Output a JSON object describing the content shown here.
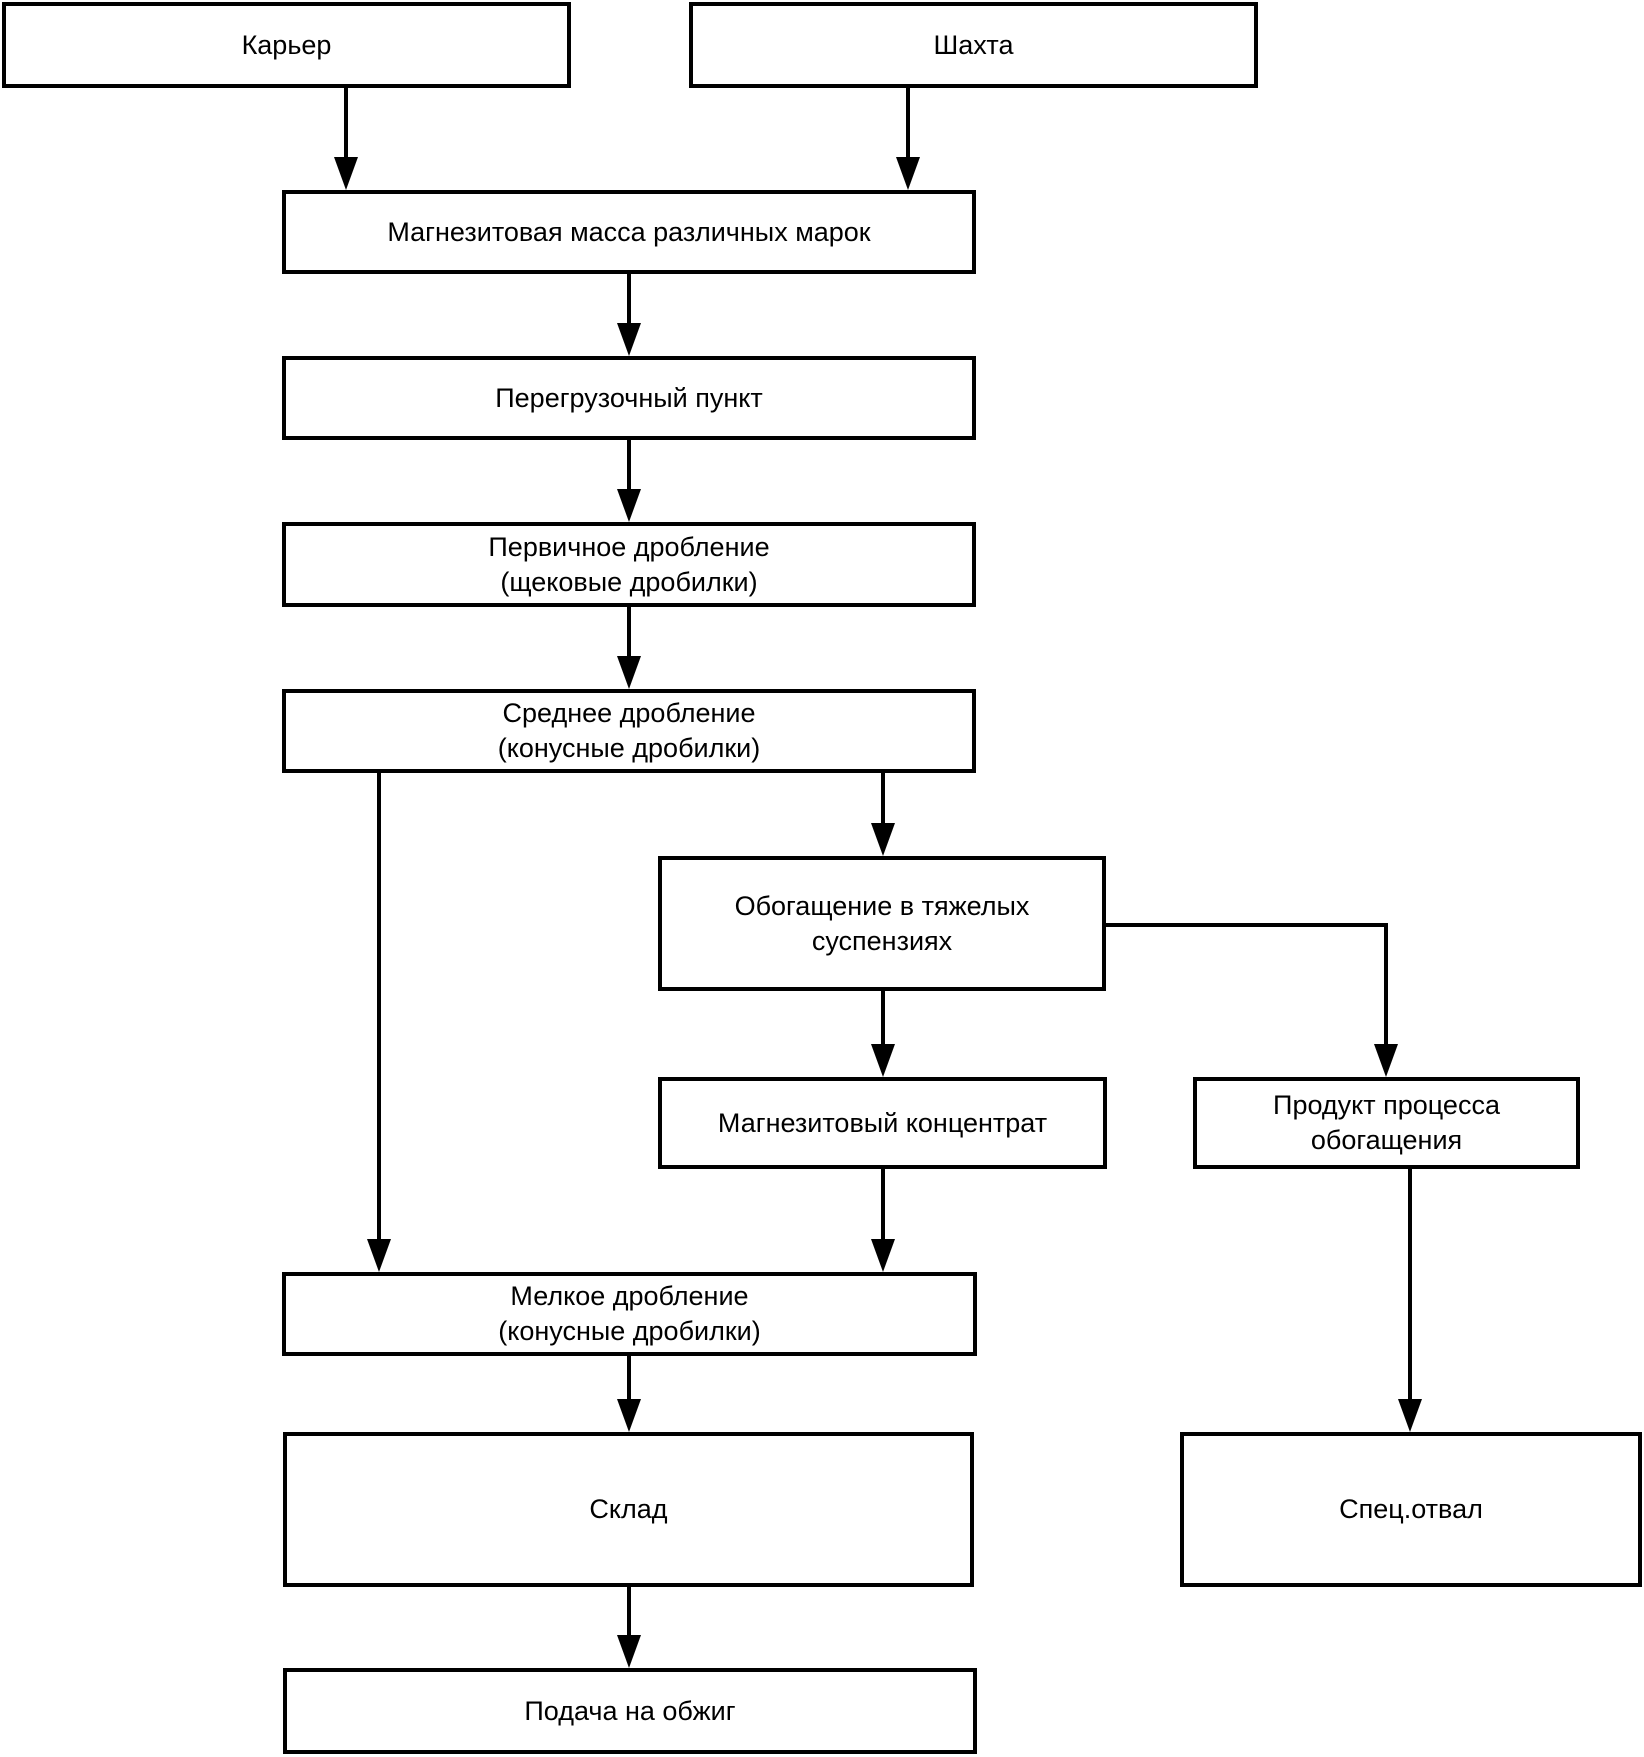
{
  "diagram": {
    "type": "flowchart",
    "nodes": {
      "quarry": {
        "lines": [
          "Карьер"
        ]
      },
      "mine": {
        "lines": [
          "Шахта"
        ]
      },
      "mass": {
        "lines": [
          "Магнезитовая масса различных марок"
        ]
      },
      "transfer": {
        "lines": [
          "Перегрузочный пункт"
        ]
      },
      "primary": {
        "lines": [
          "Первичное дробление",
          "(щековые дробилки)"
        ]
      },
      "medium": {
        "lines": [
          "Среднее дробление",
          "(конусные дробилки)"
        ]
      },
      "heavy": {
        "lines": [
          "Обогащение в тяжелых",
          "суспензиях"
        ]
      },
      "concentrate": {
        "lines": [
          "Магнезитовый концентрат"
        ]
      },
      "product": {
        "lines": [
          "Продукт процесса",
          "обогащения"
        ]
      },
      "fine": {
        "lines": [
          "Мелкое дробление",
          "(конусные дробилки)"
        ]
      },
      "warehouse": {
        "lines": [
          "Склад"
        ]
      },
      "dump": {
        "lines": [
          "Спец.отвал"
        ]
      },
      "firing": {
        "lines": [
          "Подача на обжиг"
        ]
      }
    },
    "edges": [
      {
        "from": "quarry",
        "to": "mass"
      },
      {
        "from": "mine",
        "to": "mass"
      },
      {
        "from": "mass",
        "to": "transfer"
      },
      {
        "from": "transfer",
        "to": "primary"
      },
      {
        "from": "primary",
        "to": "medium"
      },
      {
        "from": "medium",
        "to": "heavy"
      },
      {
        "from": "medium",
        "to": "fine"
      },
      {
        "from": "heavy",
        "to": "concentrate"
      },
      {
        "from": "heavy",
        "to": "product"
      },
      {
        "from": "concentrate",
        "to": "fine"
      },
      {
        "from": "product",
        "to": "dump"
      },
      {
        "from": "fine",
        "to": "warehouse"
      },
      {
        "from": "warehouse",
        "to": "firing"
      }
    ]
  }
}
